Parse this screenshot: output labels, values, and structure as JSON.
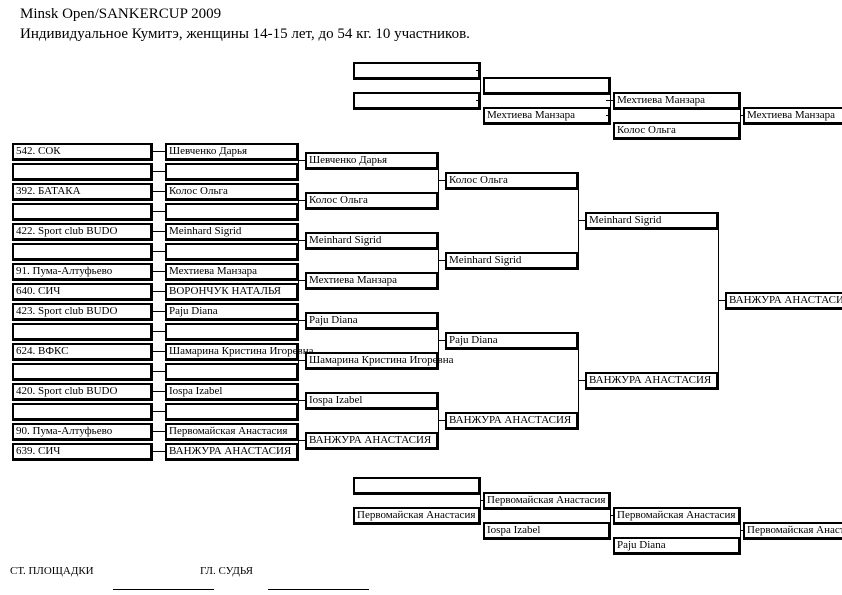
{
  "header": {
    "title": "Minsk Open/SANKERCUP 2009",
    "subtitle": "Индивидуальное Кумитэ, женщины 14-15 лет, до  54 кг. 10 участников."
  },
  "clubs": [
    "542. СОК",
    "",
    "392. БАТАКА",
    "",
    "422. Sport club BUDO",
    "",
    "91. Пума-Алтуфьево",
    "640. СИЧ",
    "423. Sport club BUDO",
    "",
    "624. ВФКС",
    "",
    "420. Sport club BUDO",
    "",
    "90. Пума-Алтуфьево",
    "639. СИЧ"
  ],
  "names": [
    "Шевченко Дарья",
    "",
    "Колос Ольга",
    "",
    "Meinhard Sigrid",
    "",
    "Мехтиева Манзара",
    "ВОРОНЧУК НАТАЛЬЯ",
    "Paju Diana",
    "",
    "Шамарина Кристина Игоревна",
    "",
    "Iospa Izabel",
    "",
    "Первомайская Анастасия",
    "ВАНЖУРА АНАСТАСИЯ"
  ],
  "round1": [
    "Шевченко Дарья",
    "Колос Ольга",
    "Meinhard Sigrid",
    "Мехтиева Манзара",
    "Paju Diana",
    "Шамарина Кристина Игоревна",
    "Iospa Izabel",
    "ВАНЖУРА АНАСТАСИЯ"
  ],
  "round2": [
    "Колос Ольга",
    "Meinhard Sigrid",
    "Paju Diana",
    "ВАНЖУРА АНАСТАСИЯ"
  ],
  "semifinal": [
    "Meinhard Sigrid",
    "ВАНЖУРА АНАСТАСИЯ"
  ],
  "final": "ВАНЖУРА АНАСТАСИЯ",
  "repechage_top": {
    "r1": [
      "",
      ""
    ],
    "r2": [
      "",
      "Мехтиева Манзара"
    ],
    "r3": [
      "Мехтиева Манзара",
      "Колос Ольга"
    ],
    "winner": "Мехтиева Манзара"
  },
  "repechage_bottom": {
    "r1": [
      "",
      "Первомайская Анастасия"
    ],
    "r2": [
      "Первомайская Анастасия",
      "Iospa Izabel"
    ],
    "r3": [
      "Первомайская Анастасия",
      "Paju Diana"
    ],
    "winner": "Первомайская Анастасия"
  },
  "footer": {
    "referee_site": "СТ. ПЛОЩАДКИ",
    "chief_judge": "ГЛ. СУДЬЯ"
  }
}
